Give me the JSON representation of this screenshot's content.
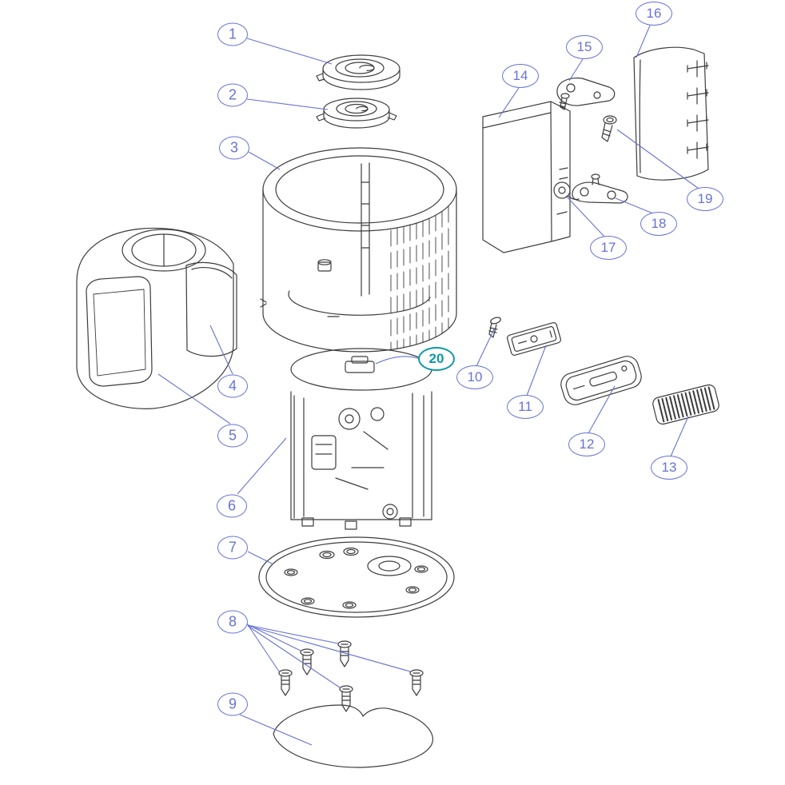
{
  "diagram": {
    "colors": {
      "accent": "#6673d6",
      "highlight": "#0e98a8",
      "line": "#3c3c3c",
      "bg": "#ffffff"
    },
    "callouts": [
      {
        "label": "1"
      },
      {
        "label": "2"
      },
      {
        "label": "3"
      },
      {
        "label": "4"
      },
      {
        "label": "5"
      },
      {
        "label": "6"
      },
      {
        "label": "7"
      },
      {
        "label": "8"
      },
      {
        "label": "9"
      },
      {
        "label": "10"
      },
      {
        "label": "11"
      },
      {
        "label": "12"
      },
      {
        "label": "13"
      },
      {
        "label": "14"
      },
      {
        "label": "15"
      },
      {
        "label": "16"
      },
      {
        "label": "17"
      },
      {
        "label": "18"
      },
      {
        "label": "19"
      },
      {
        "label": "20",
        "highlighted": true
      }
    ]
  }
}
